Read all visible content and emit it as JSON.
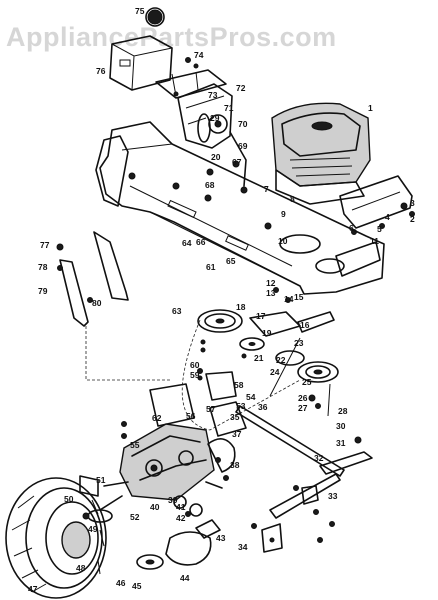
{
  "watermark": "AppliancePartsPros.com",
  "callouts": [
    {
      "id": "c1",
      "label": "1"
    },
    {
      "id": "c2",
      "label": "2"
    },
    {
      "id": "c3",
      "label": "3"
    },
    {
      "id": "c4",
      "label": "4"
    },
    {
      "id": "c5",
      "label": "5"
    },
    {
      "id": "c6",
      "label": "6"
    },
    {
      "id": "c7",
      "label": "7"
    },
    {
      "id": "c8",
      "label": "8"
    },
    {
      "id": "c9",
      "label": "9"
    },
    {
      "id": "c10",
      "label": "10"
    },
    {
      "id": "c11",
      "label": "11"
    },
    {
      "id": "c12",
      "label": "12"
    },
    {
      "id": "c13",
      "label": "13"
    },
    {
      "id": "c14",
      "label": "14"
    },
    {
      "id": "c15",
      "label": "15"
    },
    {
      "id": "c16",
      "label": "16"
    },
    {
      "id": "c17",
      "label": "17"
    },
    {
      "id": "c18",
      "label": "18"
    },
    {
      "id": "c19",
      "label": "19"
    },
    {
      "id": "c20",
      "label": "20"
    },
    {
      "id": "c21",
      "label": "21"
    },
    {
      "id": "c22",
      "label": "22"
    },
    {
      "id": "c23",
      "label": "23"
    },
    {
      "id": "c24",
      "label": "24"
    },
    {
      "id": "c25",
      "label": "25"
    },
    {
      "id": "c26",
      "label": "26"
    },
    {
      "id": "c27",
      "label": "27"
    },
    {
      "id": "c28",
      "label": "28"
    },
    {
      "id": "c29",
      "label": "29"
    },
    {
      "id": "c30",
      "label": "30"
    },
    {
      "id": "c31",
      "label": "31"
    },
    {
      "id": "c32",
      "label": "32"
    },
    {
      "id": "c33",
      "label": "33"
    },
    {
      "id": "c34",
      "label": "34"
    },
    {
      "id": "c35",
      "label": "35"
    },
    {
      "id": "c36",
      "label": "36"
    },
    {
      "id": "c37",
      "label": "37"
    },
    {
      "id": "c38",
      "label": "38"
    },
    {
      "id": "c39",
      "label": "39"
    },
    {
      "id": "c40",
      "label": "40"
    },
    {
      "id": "c41",
      "label": "41"
    },
    {
      "id": "c42",
      "label": "42"
    },
    {
      "id": "c43",
      "label": "43"
    },
    {
      "id": "c44",
      "label": "44"
    },
    {
      "id": "c45",
      "label": "45"
    },
    {
      "id": "c46",
      "label": "46"
    },
    {
      "id": "c47",
      "label": "47"
    },
    {
      "id": "c48",
      "label": "48"
    },
    {
      "id": "c49",
      "label": "49"
    },
    {
      "id": "c50",
      "label": "50"
    },
    {
      "id": "c51",
      "label": "51"
    },
    {
      "id": "c52",
      "label": "52"
    },
    {
      "id": "c53",
      "label": "53"
    },
    {
      "id": "c54",
      "label": "54"
    },
    {
      "id": "c55",
      "label": "55"
    },
    {
      "id": "c56",
      "label": "56"
    },
    {
      "id": "c57",
      "label": "57"
    },
    {
      "id": "c58",
      "label": "58"
    },
    {
      "id": "c59",
      "label": "59"
    },
    {
      "id": "c60",
      "label": "60"
    },
    {
      "id": "c61",
      "label": "61"
    },
    {
      "id": "c62",
      "label": "62"
    },
    {
      "id": "c63",
      "label": "63"
    },
    {
      "id": "c64",
      "label": "64"
    },
    {
      "id": "c65",
      "label": "65"
    },
    {
      "id": "c66",
      "label": "66"
    },
    {
      "id": "c67",
      "label": "67"
    },
    {
      "id": "c68",
      "label": "68"
    },
    {
      "id": "c69",
      "label": "69"
    },
    {
      "id": "c70",
      "label": "70"
    },
    {
      "id": "c71",
      "label": "71"
    },
    {
      "id": "c72",
      "label": "72"
    },
    {
      "id": "c73",
      "label": "73"
    },
    {
      "id": "c74",
      "label": "74"
    },
    {
      "id": "c75",
      "label": "75"
    },
    {
      "id": "c76",
      "label": "76"
    },
    {
      "id": "c77",
      "label": "77"
    },
    {
      "id": "c78",
      "label": "78"
    },
    {
      "id": "c79",
      "label": "79"
    },
    {
      "id": "c80",
      "label": "80"
    }
  ]
}
